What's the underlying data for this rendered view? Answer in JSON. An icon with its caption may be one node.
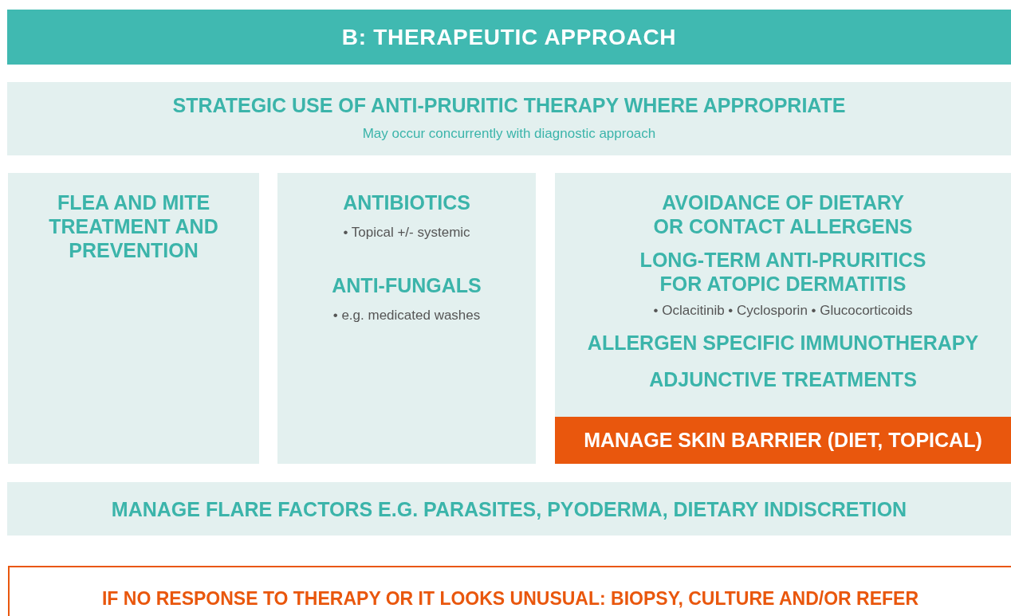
{
  "diagram": {
    "nodes": [
      {
        "text": [
          "B: THERAPEUTIC APPROACH"
        ]
      },
      {
        "text": [
          "STRATEGIC USE OF ANTI-PRURITIC THERAPY WHERE APPROPRIATE",
          "May occur concurrently with diagnostic approach"
        ]
      },
      {
        "text": [
          "FLEA AND MITE TREATMENT AND PREVENTION"
        ]
      },
      {
        "text": [
          "ANTIBIOTICS",
          "• Topical +/- systemic",
          "ANTI-FUNGALS",
          "• e.g. medicated washes"
        ]
      },
      {
        "text": [
          "AVOIDANCE OF DIETARY OR CONTACT ALLERGENS",
          "LONG-TERM ANTI-PRURITICS FOR ATOPIC DERMATITIS",
          "• Oclacitinib • Cyclosporin • Glucocorticoids",
          "ALLERGEN SPECIFIC IMMUNOTHERAPY",
          "ADJUNCTIVE TREATMENTS"
        ]
      },
      {
        "text": [
          "MANAGE SKIN BARRIER (DIET, TOPICAL)"
        ],
        "in": 4
      },
      {
        "text": [
          "MANAGE FLARE FACTORS E.G. PARASITES, PYODERMA, DIETARY INDISCRETION"
        ]
      },
      {
        "text": [
          "IF NO RESPONSE TO THERAPY OR IT LOOKS UNUSUAL: BIOPSY, CULTURE AND/OR REFER"
        ]
      }
    ],
    "edges": []
  }
}
